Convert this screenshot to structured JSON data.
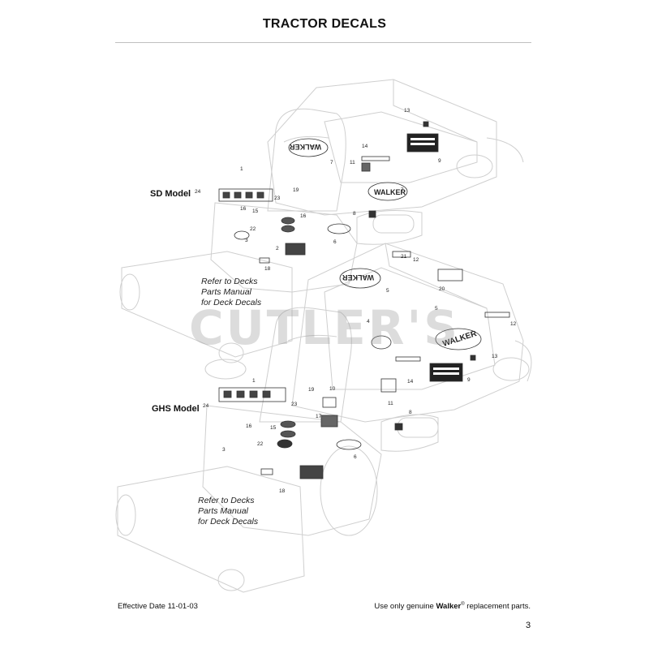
{
  "header": {
    "title": "TRACTOR DECALS"
  },
  "sd": {
    "model_label": "SD Model",
    "refer_lines": [
      "Refer to Decks",
      "Parts Manual",
      "for Deck Decals"
    ],
    "callouts": [
      "13",
      "7",
      "14",
      "11",
      "9",
      "1",
      "24",
      "19",
      "23",
      "7",
      "16",
      "15",
      "16",
      "8",
      "22",
      "3",
      "2",
      "6",
      "18"
    ]
  },
  "ghs": {
    "model_label": "GHS Model",
    "refer_lines": [
      "Refer to Decks",
      "Parts Manual",
      "for Deck Decals"
    ],
    "callouts": [
      "21",
      "12",
      "5",
      "20",
      "5",
      "4",
      "12",
      "13",
      "14",
      "9",
      "1",
      "19",
      "10",
      "24",
      "23",
      "17",
      "16",
      "15",
      "22",
      "3",
      "8",
      "6",
      "18",
      "11"
    ]
  },
  "footer": {
    "effective_date": "Effective Date 11-01-03",
    "notice_prefix": "Use only genuine ",
    "brand": "Walker",
    "registered": "®",
    "notice_suffix": " replacement parts.",
    "page_number": "3"
  },
  "watermark": "CUTLER'S",
  "logo_text": "WALKER"
}
